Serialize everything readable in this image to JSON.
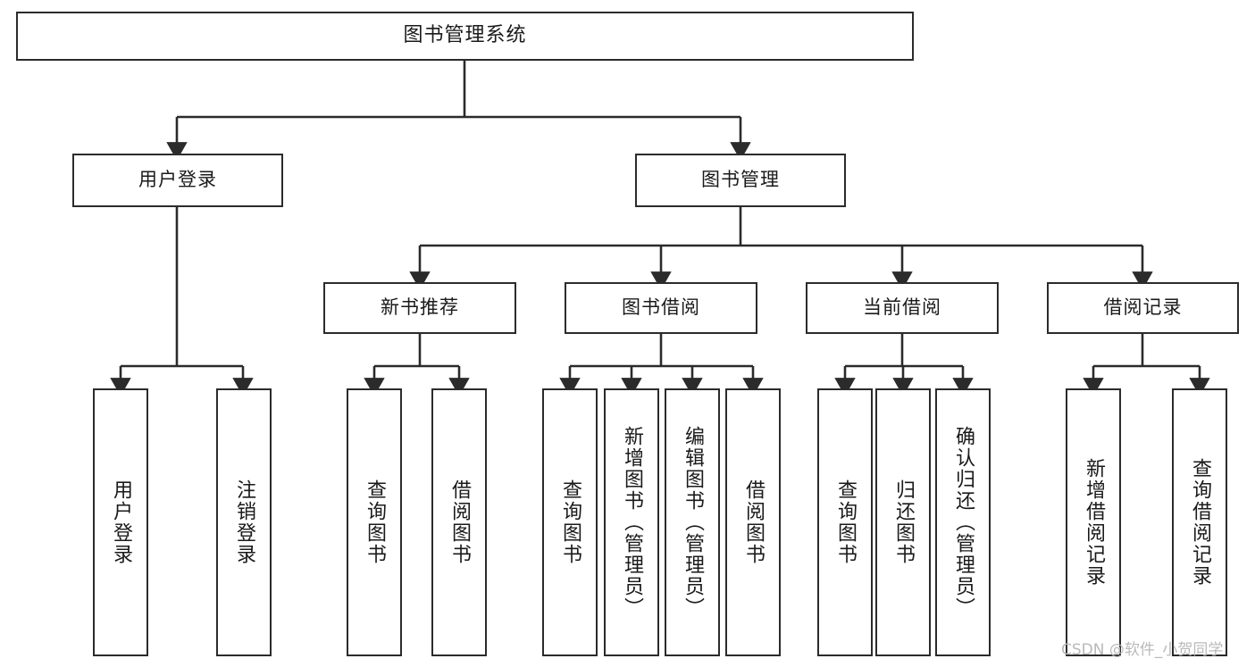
{
  "diagram": {
    "title": "图书管理系统",
    "type": "tree-hierarchy-chart",
    "root": {
      "label": "图书管理系统"
    },
    "level2": [
      {
        "label": "用户登录"
      },
      {
        "label": "图书管理"
      }
    ],
    "level3": [
      {
        "label": "新书推荐"
      },
      {
        "label": "图书借阅"
      },
      {
        "label": "当前借阅"
      },
      {
        "label": "借阅记录"
      }
    ],
    "leaves": {
      "user_login": [
        {
          "label": "用户登录"
        },
        {
          "label": "注销登录"
        }
      ],
      "new_book_recommend": [
        {
          "label": "查询图书"
        },
        {
          "label": "借阅图书"
        }
      ],
      "book_borrow": [
        {
          "label": "查询图书"
        },
        {
          "label": "新增图书（管理员）"
        },
        {
          "label": "编辑图书（管理员）"
        },
        {
          "label": "借阅图书"
        }
      ],
      "current_borrow": [
        {
          "label": "查询图书"
        },
        {
          "label": "归还图书"
        },
        {
          "label": "确认归还（管理员）"
        }
      ],
      "borrow_record": [
        {
          "label": "新增借阅记录"
        },
        {
          "label": "查询借阅记录"
        }
      ]
    }
  },
  "watermark": {
    "text": "CSDN @软件_小贺同学"
  },
  "colors": {
    "stroke": "#2b2b2b",
    "fill": "#ffffff",
    "text": "#1a1a1a",
    "watermark": "#b9b9b9"
  }
}
